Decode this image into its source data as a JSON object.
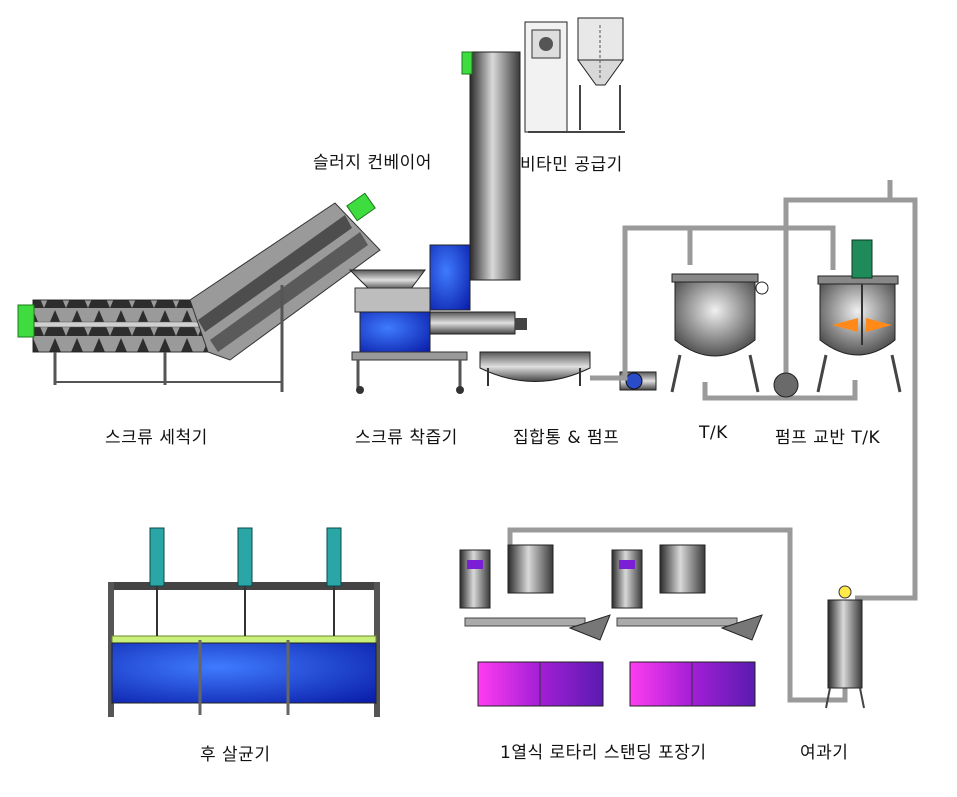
{
  "labels": {
    "screw_washer": "스크류 세척기",
    "screw_juicer": "스크류 착즙기",
    "sludge_conveyor": "슬러지 컨베이어",
    "vitamin_feeder": "비타민 공급기",
    "collection_tank_pump": "집합통 & 펌프",
    "tank": "T/K",
    "pump_mixing_tank": "펌프 교반 T/K",
    "post_sterilizer": "후 살균기",
    "rotary_packer": "1열식 로타리 스탠딩 포장기",
    "filter": "여과기"
  },
  "colors": {
    "steel": "#8a8a8a",
    "steel_dark": "#3a3a3a",
    "blue_fill": "#1a3cff",
    "magenta_fill": "#b21fd6",
    "green_motor": "#3fdc3f",
    "cyan_cylinder": "#2aa6a6",
    "orange_agitator": "#ff8a1a",
    "yellow_green_bar": "#c8f07a"
  }
}
